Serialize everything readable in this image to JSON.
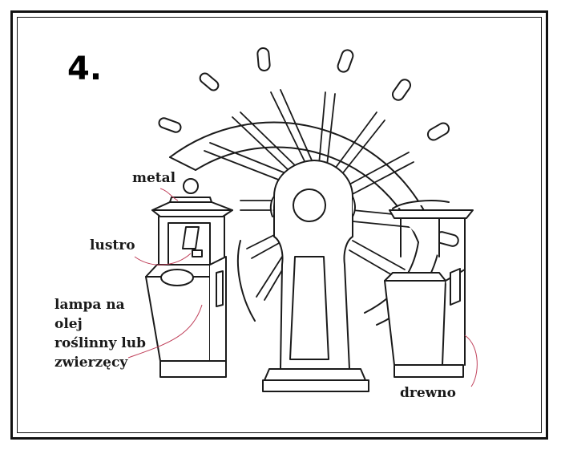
{
  "figure": {
    "step_number": "4.",
    "labels": {
      "metal": "metal",
      "lustro": "lustro",
      "lamp_lines": [
        "lampa na",
        "olej",
        "roślinny lub",
        "zwierzęcy"
      ],
      "drewno": "drewno"
    },
    "colors": {
      "ink": "#1a1a1a",
      "leader": "#c0405a",
      "background": "#ffffff"
    }
  }
}
